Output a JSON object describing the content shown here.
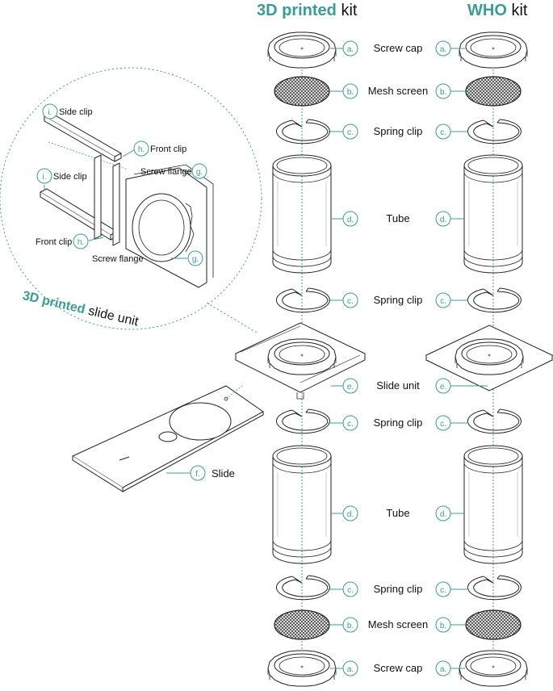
{
  "headers": {
    "left": {
      "accent": "3D printed",
      "rest": " kit"
    },
    "right": {
      "accent": "WHO",
      "rest": " kit"
    }
  },
  "inset_title": {
    "accent": "3D printed",
    "rest": " slide unit"
  },
  "parts": {
    "a": {
      "letter": "a.",
      "name": "Screw cap"
    },
    "b": {
      "letter": "b.",
      "name": "Mesh screen"
    },
    "c": {
      "letter": "c.",
      "name": "Spring clip"
    },
    "d": {
      "letter": "d.",
      "name": "Tube"
    },
    "e": {
      "letter": "e.",
      "name": "Slide unit"
    },
    "f": {
      "letter": "f.",
      "name": "Slide"
    },
    "g": {
      "letter": "g.",
      "name": "Screw flange"
    },
    "h": {
      "letter": "h.",
      "name": "Front clip"
    },
    "i": {
      "letter": "i.",
      "name": "Side clip"
    }
  },
  "stack_order": [
    "a",
    "b",
    "c",
    "d",
    "c",
    "e",
    "c",
    "d",
    "c",
    "b",
    "a"
  ],
  "colors": {
    "accent": "#3a9c96",
    "line": "#222222",
    "mesh": "#555555"
  }
}
